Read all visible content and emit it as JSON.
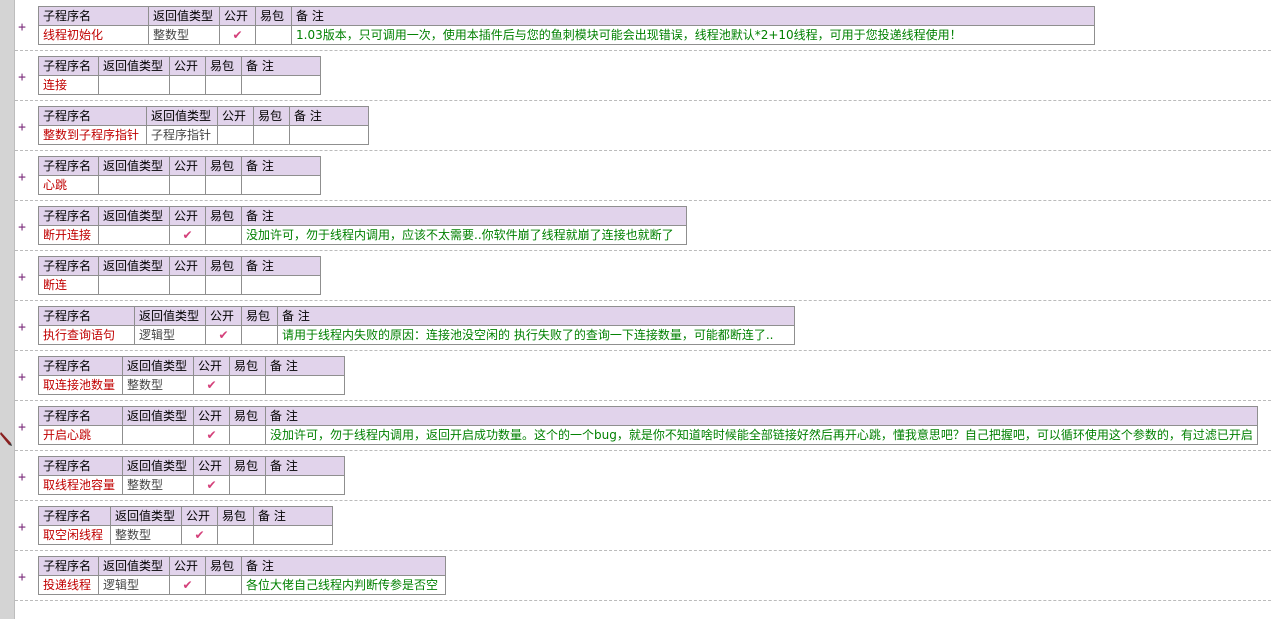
{
  "headers": {
    "name": "子程序名",
    "ret": "返回值类型",
    "pub": "公开",
    "pkg": "易包",
    "note": "备 注"
  },
  "expand_symbol": "+",
  "check_symbol": "✔",
  "subs": [
    {
      "name": "线程初始化",
      "ret": "整数型",
      "pub": "✔",
      "pkg": "",
      "note": "1.03版本，只可调用一次，使用本插件后与您的鱼刺模块可能会出现错误，线程池默认*2+10线程，可用于您投递线程使用！"
    },
    {
      "name": "连接",
      "ret": "",
      "pub": "",
      "pkg": "",
      "note": ""
    },
    {
      "name": "整数到子程序指针",
      "ret": "子程序指针",
      "pub": "",
      "pkg": "",
      "note": ""
    },
    {
      "name": "心跳",
      "ret": "",
      "pub": "",
      "pkg": "",
      "note": ""
    },
    {
      "name": "断开连接",
      "ret": "",
      "pub": "✔",
      "pkg": "",
      "note": "没加许可，勿于线程内调用，应该不太需要..你软件崩了线程就崩了连接也就断了"
    },
    {
      "name": "断连",
      "ret": "",
      "pub": "",
      "pkg": "",
      "note": ""
    },
    {
      "name": "执行查询语句",
      "ret": "逻辑型",
      "pub": "✔",
      "pkg": "",
      "note": "请用于线程内失败的原因：连接池没空闲的  执行失败了的查询一下连接数量，可能都断连了.."
    },
    {
      "name": "取连接池数量",
      "ret": "整数型",
      "pub": "✔",
      "pkg": "",
      "note": ""
    },
    {
      "name": "开启心跳",
      "ret": "",
      "pub": "✔",
      "pkg": "",
      "note": "没加许可，勿于线程内调用，返回开启成功数量。这个的一个bug，就是你不知道啥时候能全部链接好然后再开心跳，懂我意思吧？自己把握吧，可以循环使用这个参数的，有过滤已开启"
    },
    {
      "name": "取线程池容量",
      "ret": "整数型",
      "pub": "✔",
      "pkg": "",
      "note": ""
    },
    {
      "name": "取空闲线程",
      "ret": "整数型",
      "pub": "✔",
      "pkg": "",
      "note": ""
    },
    {
      "name": "投递线程",
      "ret": "逻辑型",
      "pub": "✔",
      "pkg": "",
      "note": "各位大佬自己线程内判断传参是否空"
    }
  ],
  "colors": {
    "header_bg": "#e1d3eb",
    "name_text": "#c00000",
    "note_text": "#008000",
    "check": "#d4407a",
    "gutter": "#d4d4d4"
  }
}
